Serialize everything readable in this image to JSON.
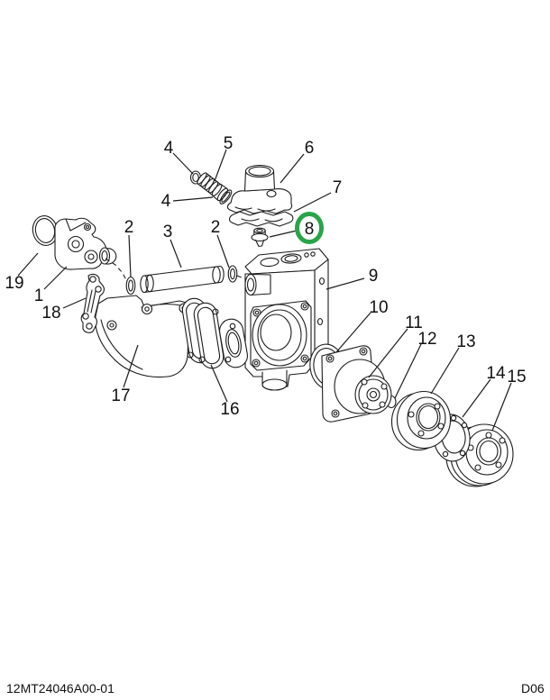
{
  "document": {
    "doc_number": "12MT24046A00-01",
    "page_code": "D06"
  },
  "colors": {
    "highlight": "#2aa44a",
    "line": "#1c1c1c"
  },
  "highlight": {
    "circled_callout": "8"
  },
  "callouts": {
    "c1": "1",
    "c2a": "2",
    "c2b": "2",
    "c3": "3",
    "c4a": "4",
    "c4b": "4",
    "c5": "5",
    "c6": "6",
    "c7": "7",
    "c8": "8",
    "c9": "9",
    "c10": "10",
    "c11": "11",
    "c12": "12",
    "c13": "13",
    "c14": "14",
    "c15": "15",
    "c16": "16",
    "c17": "17",
    "c18": "18",
    "c19": "19"
  }
}
